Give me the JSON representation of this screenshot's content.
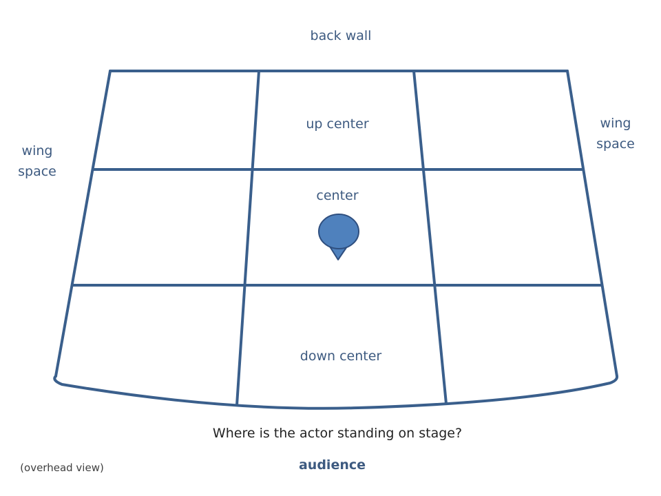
{
  "labels": {
    "back_wall": "back wall",
    "up_center": "up center",
    "center": "center",
    "down_center": "down center",
    "wing_left": "wing\nspace",
    "wing_right": "wing\nspace"
  },
  "question": "Where is the actor standing on stage?",
  "audience": "audience",
  "view_note": "(overhead view)",
  "colors": {
    "grid_line": "#3A5F8C",
    "actor_fill": "#4F81BD",
    "actor_stroke": "#2F4F7F",
    "label_text": "#3D5A80",
    "question_text": "#222222"
  }
}
